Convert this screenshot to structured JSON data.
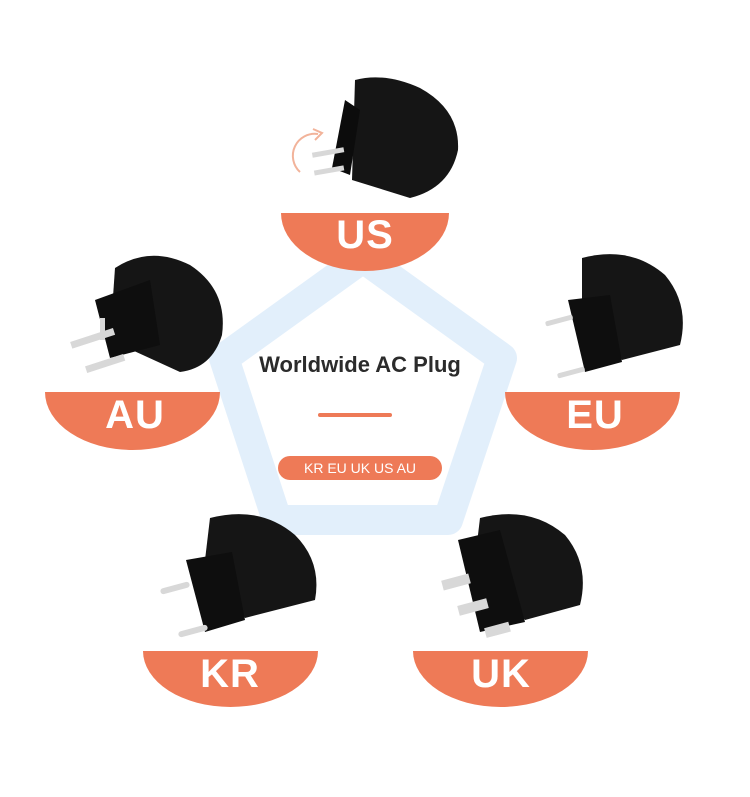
{
  "title": "Worldwide AC Plug",
  "pill_text": "KR EU UK US AU",
  "colors": {
    "accent": "#ee7a57",
    "pentagon": "#e2effb",
    "plug_body": "#151515",
    "plug_pin": "#d8d8d8"
  },
  "plugs": [
    {
      "id": "us",
      "label": "US",
      "icon": "us-plug-icon"
    },
    {
      "id": "au",
      "label": "AU",
      "icon": "au-plug-icon"
    },
    {
      "id": "eu",
      "label": "EU",
      "icon": "eu-plug-icon"
    },
    {
      "id": "kr",
      "label": "KR",
      "icon": "kr-plug-icon"
    },
    {
      "id": "uk",
      "label": "UK",
      "icon": "uk-plug-icon"
    }
  ]
}
